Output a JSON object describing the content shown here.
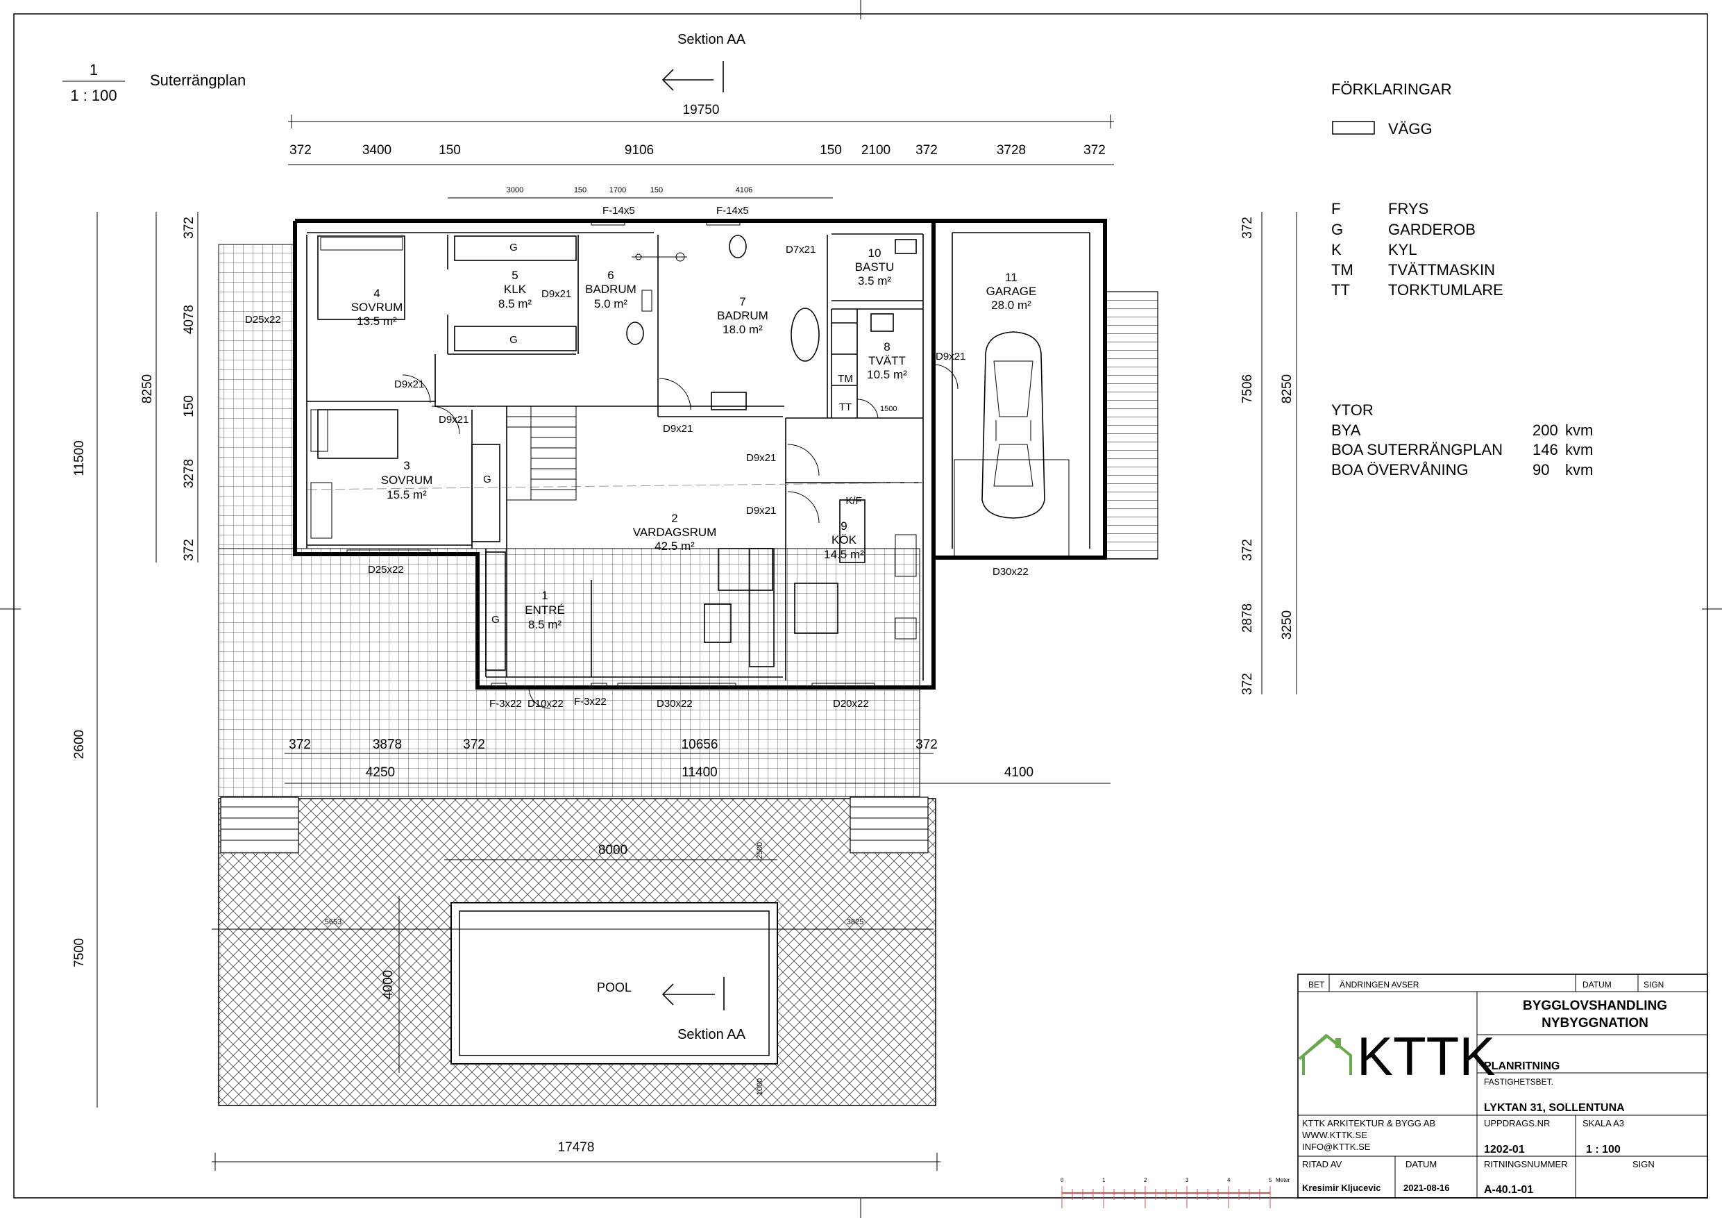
{
  "drawing": {
    "scale_num": "1",
    "scale_den": "1 : 100",
    "plan_name": "Suterrängplan",
    "section_top": "Sektion AA",
    "section_pool": "Sektion AA"
  },
  "legend": {
    "title": "FÖRKLARINGAR",
    "wall_label": "VÄGG",
    "abbreviations": [
      {
        "code": "F",
        "meaning": "FRYS"
      },
      {
        "code": "G",
        "meaning": "GARDEROB"
      },
      {
        "code": "K",
        "meaning": "KYL"
      },
      {
        "code": "TM",
        "meaning": "TVÄTTMASKIN"
      },
      {
        "code": "TT",
        "meaning": "TORKTUMLARE"
      }
    ]
  },
  "areas": {
    "title": "YTOR",
    "rows": [
      {
        "label": "BYA",
        "value": "200",
        "unit": "kvm"
      },
      {
        "label": "BOA SUTERRÄNGPLAN",
        "value": "146",
        "unit": "kvm"
      },
      {
        "label": "BOA ÖVERVÅNING",
        "value": "90",
        "unit": "kvm"
      }
    ]
  },
  "rooms": [
    {
      "num": "1",
      "name": "ENTRÉ",
      "area": "8.5 m²"
    },
    {
      "num": "2",
      "name": "VARDAGSRUM",
      "area": "42.5 m²"
    },
    {
      "num": "3",
      "name": "SOVRUM",
      "area": "15.5 m²"
    },
    {
      "num": "4",
      "name": "SOVRUM",
      "area": "13.5 m²"
    },
    {
      "num": "5",
      "name": "KLK",
      "area": "8.5 m²"
    },
    {
      "num": "6",
      "name": "BADRUM",
      "area": "5.0 m²"
    },
    {
      "num": "7",
      "name": "BADRUM",
      "area": "18.0 m²"
    },
    {
      "num": "8",
      "name": "TVÄTT",
      "area": "10.5 m²"
    },
    {
      "num": "9",
      "name": "KÖK",
      "area": "14.5 m²"
    },
    {
      "num": "10",
      "name": "BASTU",
      "area": "3.5 m²"
    },
    {
      "num": "11",
      "name": "GARAGE",
      "area": "28.0 m²"
    }
  ],
  "labels": {
    "pool": "POOL",
    "g": "G",
    "tm": "TM",
    "tt": "TT",
    "kf": "K/F",
    "d25x22": "D25x22",
    "d9x21": "D9x21",
    "d7x21": "D7x21",
    "d30x22": "D30x22",
    "d20x22": "D20x22",
    "d10x22": "D10x22",
    "f3x22": "F-3x22",
    "f14x5": "F-14x5",
    "d1500": "1500"
  },
  "dimensions": {
    "total_top": "19750",
    "top_chain": [
      "372",
      "3400",
      "150",
      "9106",
      "150",
      "2100",
      "372",
      "3728",
      "372"
    ],
    "window_chain": [
      "3000",
      "150",
      "1700",
      "150",
      "4106"
    ],
    "left_outer": "11500",
    "left_mid": "8250",
    "left_chain": [
      "372",
      "4078",
      "150",
      "3278",
      "372"
    ],
    "left_terrace": "2600",
    "left_pool": "7500",
    "right_outer": "8250",
    "right_lower": "3250",
    "right_chain": [
      "372",
      "7506",
      "372",
      "2878",
      "372"
    ],
    "bottom_a": [
      "372",
      "3878",
      "372",
      "10656",
      "372"
    ],
    "bottom_b": [
      "4250",
      "11400",
      "4100"
    ],
    "pool_len": "8000",
    "pool_wid": "4000",
    "pool_dist_left": "5653",
    "pool_dist_right": "3825",
    "pool_dist_top": "2500",
    "pool_dist_bottom": "1000",
    "site_total": "17478"
  },
  "scale_bar": {
    "ticks": [
      "0",
      "1",
      "2",
      "3",
      "4",
      "5"
    ],
    "unit": "Meter"
  },
  "title_block": {
    "bet": "BET",
    "change": "ÄNDRINGEN AVSER",
    "datum_h": "DATUM",
    "sign_h": "SIGN",
    "status1": "BYGGLOVSHANDLING",
    "status2": "NYBYGGNATION",
    "logo": "KTTK",
    "type": "PLANRITNING",
    "prop_label": "FASTIGHETSBET.",
    "property": "LYKTAN 31, SOLLENTUNA",
    "company": "KTTK ARKITEKTUR & BYGG AB",
    "web": "WWW.KTTK.SE",
    "email": "INFO@KTTK.SE",
    "order_label": "UPPDRAGS.NR",
    "order_no": "1202-01",
    "scale_label": "SKALA A3",
    "scale_val": "1 : 100",
    "drawn_label": "RITAD AV",
    "date_label": "DATUM",
    "drawn_by": "Kresimir Kljucevic",
    "date": "2021-08-16",
    "drawing_no_label": "RITNINGSNUMMER",
    "drawing_no": "A-40.1-01",
    "sign_label": "SIGN"
  },
  "colors": {
    "logo_green": "#6aa84f",
    "scale_red": "#d9534f"
  }
}
